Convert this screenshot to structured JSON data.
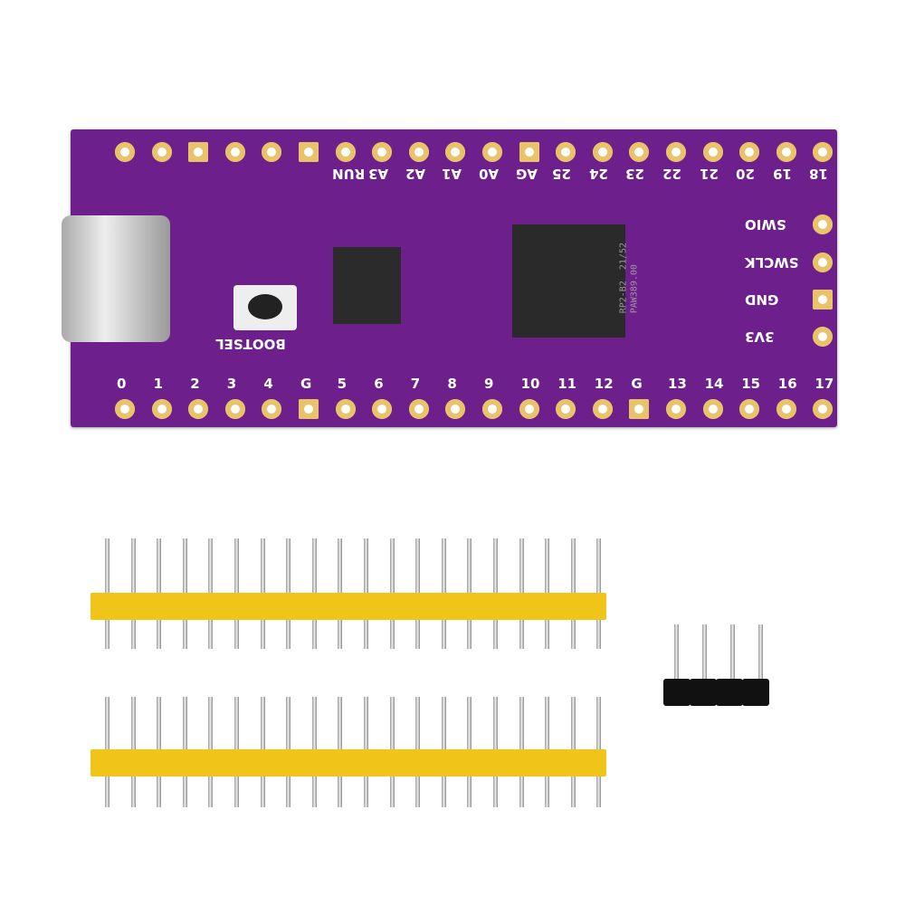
{
  "board": {
    "color": "#6d1f8c",
    "top_labels": [
      "",
      "",
      "",
      "",
      "",
      "",
      "RUN",
      "A3",
      "A2",
      "A1",
      "A0",
      "AG",
      "25",
      "24",
      "23",
      "22",
      "21",
      "20",
      "19",
      "18"
    ],
    "right_labels": [
      "SWIO",
      "SWCLK",
      "GND",
      "3V3"
    ],
    "bottom_labels": [
      "0",
      "1",
      "2",
      "3",
      "4",
      "G",
      "5",
      "6",
      "7",
      "8",
      "9",
      "10",
      "11",
      "12",
      "G",
      "13",
      "14",
      "15",
      "16",
      "17"
    ],
    "button_label": "BOOTSEL",
    "chip_text": "RP2-B2  21/52\nPAW389.00"
  },
  "headers": {
    "long_strip_pins": 20,
    "short_strip_pins": 4,
    "plastic_color": "#f0c419"
  }
}
